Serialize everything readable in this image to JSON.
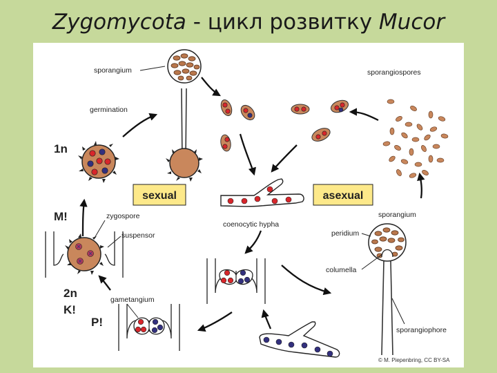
{
  "title": {
    "part1": "Zygomycota",
    "part2": " - цикл розвитку ",
    "part3": "Mucor"
  },
  "labels": {
    "sporangium_top": "sporangium",
    "germination": "germination",
    "sporangiospores": "sporangiospores",
    "one_n": "1n",
    "sexual": "sexual",
    "asexual": "asexual",
    "m_mark": "M!",
    "zygospore": "zygospore",
    "suspensor": "suspensor",
    "coenocytic_hypha": "coenocytic hypha",
    "sporangium_right": "sporangium",
    "peridium": "peridium",
    "columella": "columella",
    "two_n": "2n",
    "k_mark": "K!",
    "p_mark": "P!",
    "gametangium": "gametangium",
    "sporangiophore": "sporangiophore",
    "copyright": "© M. Piepenbring, CC BY-SA"
  },
  "colors": {
    "background": "#c6d99b",
    "box_fill": "#fde98a",
    "spore_brown": "#c9875c",
    "nucleus_red": "#d8262b",
    "nucleus_blue": "#33307e"
  }
}
